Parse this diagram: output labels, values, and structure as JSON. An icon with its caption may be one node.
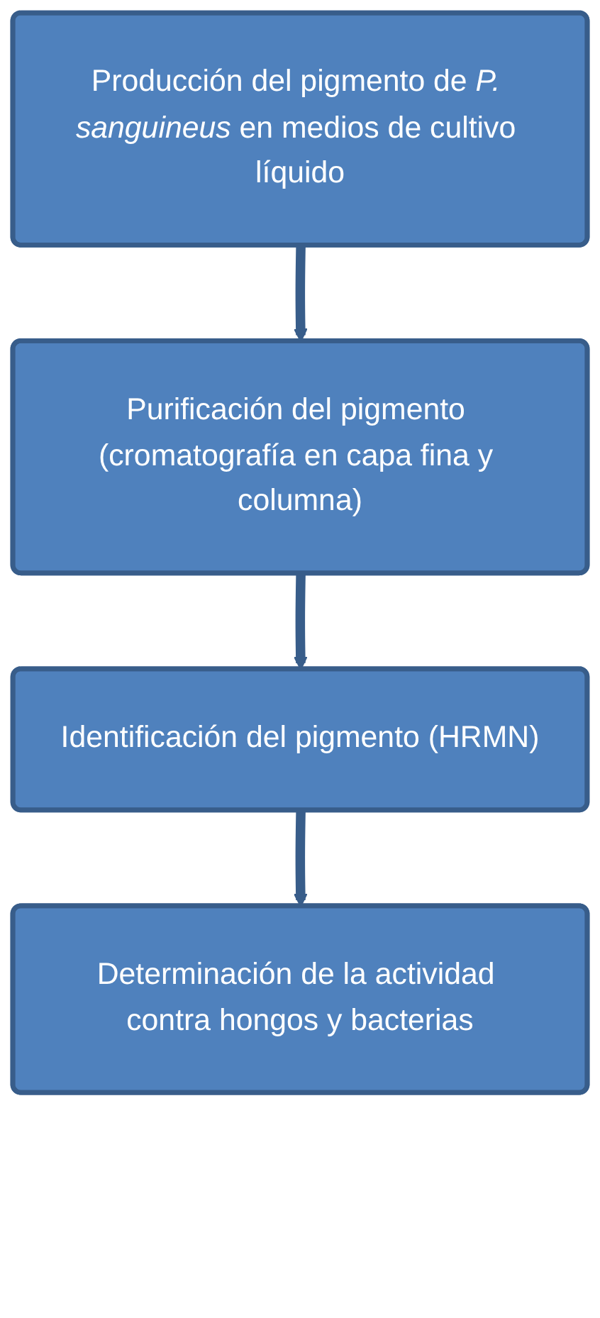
{
  "diagram": {
    "nodes": [
      {
        "text": [
          "Producción del pigmento de *P. sanguineus* en medios de cultivo líquido"
        ]
      },
      {
        "text": [
          "Purificación del pigmento (cromatografía en capa fina y columna)"
        ]
      },
      {
        "text": [
          "Identificación del pigmento (HRMN)"
        ]
      },
      {
        "text": [
          "Determinación de la actividad contra hongos y bacterias"
        ]
      }
    ],
    "edges": [
      {
        "from": 0,
        "to": 1,
        "arrow": "to"
      },
      {
        "from": 1,
        "to": 2,
        "arrow": "to"
      },
      {
        "from": 2,
        "to": 3,
        "arrow": "to"
      }
    ]
  }
}
